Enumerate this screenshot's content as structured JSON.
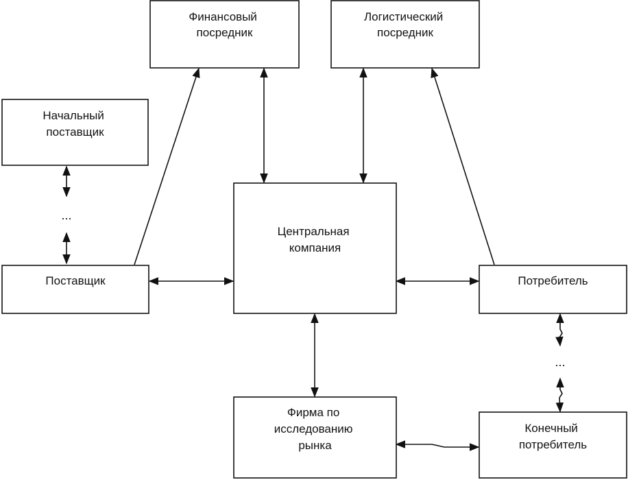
{
  "nodes": {
    "financial_intermediary": {
      "lines": [
        "Финансовый",
        "посредник"
      ]
    },
    "logistics_intermediary": {
      "lines": [
        "Логистический",
        "посредник"
      ]
    },
    "initial_supplier": {
      "lines": [
        "Начальный",
        "поставщик"
      ]
    },
    "central_company": {
      "lines": [
        "Центральная",
        "компания"
      ]
    },
    "supplier": {
      "lines": [
        "Поставщик"
      ]
    },
    "consumer": {
      "lines": [
        "Потребитель"
      ]
    },
    "market_research_firm": {
      "lines": [
        "Фирма по",
        "исследованию",
        "рынка"
      ]
    },
    "end_consumer": {
      "lines": [
        "Конечный",
        "потребитель"
      ]
    }
  },
  "ellipsis": {
    "left": "...",
    "right": "..."
  },
  "colors": {
    "stroke": "#111111",
    "background": "#ffffff"
  }
}
